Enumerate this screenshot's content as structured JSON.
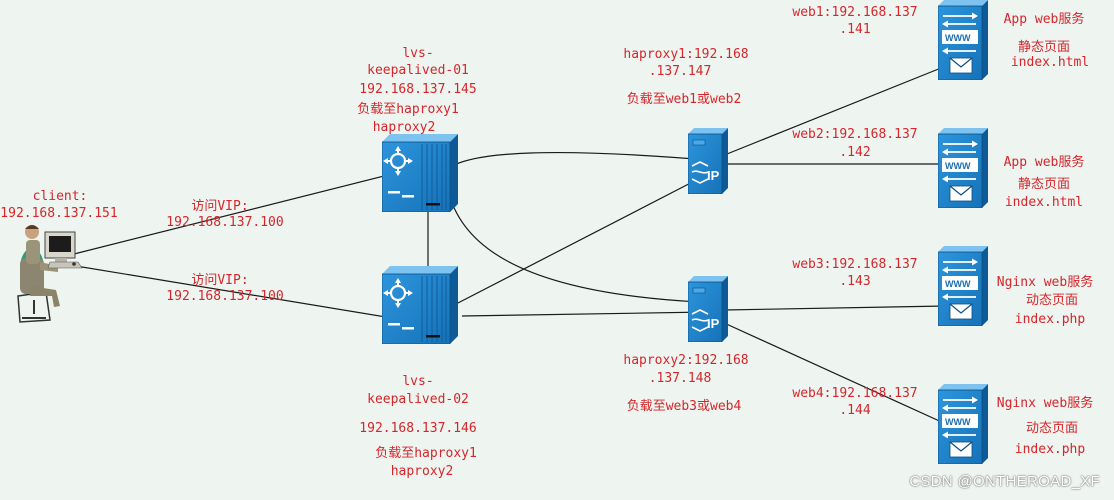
{
  "client": {
    "line1": "client:",
    "line2": "192.168.137.151",
    "vip_label_1": "访问VIP:",
    "vip_addr_1": "192.168.137.100",
    "vip_label_2": "访问VIP:",
    "vip_addr_2": "192.168.137.100"
  },
  "lvs1": {
    "line1": "lvs-",
    "line2": "keepalived-01",
    "line3": "192.168.137.145",
    "line4": "负载至haproxy1",
    "line5": "haproxy2"
  },
  "lvs2": {
    "line1": "lvs-",
    "line2": "keepalived-02",
    "line3": "192.168.137.146",
    "line4": "负载至haproxy1",
    "line5": "haproxy2"
  },
  "haproxy1": {
    "line1": "haproxy1:192.168",
    "line2": ".137.147",
    "line3": "负载至web1或web2"
  },
  "haproxy2": {
    "line1": "haproxy2:192.168",
    "line2": ".137.148",
    "line3": "负载至web3或web4"
  },
  "web1": {
    "line1": "web1:192.168.137",
    "line2": ".141",
    "svc1": "App web服务",
    "svc2": "静态页面",
    "svc3": "index.html"
  },
  "web2": {
    "line1": "web2:192.168.137",
    "line2": ".142",
    "svc1": "App web服务",
    "svc2": "静态页面",
    "svc3": "index.html"
  },
  "web3": {
    "line1": "web3:192.168.137",
    "line2": ".143",
    "svc1": "Nginx web服务",
    "svc2": "动态页面",
    "svc3": "index.php"
  },
  "web4": {
    "line1": "web4:192.168.137",
    "line2": ".144",
    "svc1": "Nginx web服务",
    "svc2": "动态页面",
    "svc3": "index.php"
  },
  "server_icon_text": "WWW",
  "watermark": "CSDN @ONTHEROAD_XF",
  "colors": {
    "background": "#eef4f0",
    "label": "#d6262b",
    "device_blue": "#1d7fc9",
    "device_dark": "#0b4f86",
    "line": "#1a1a1a"
  }
}
